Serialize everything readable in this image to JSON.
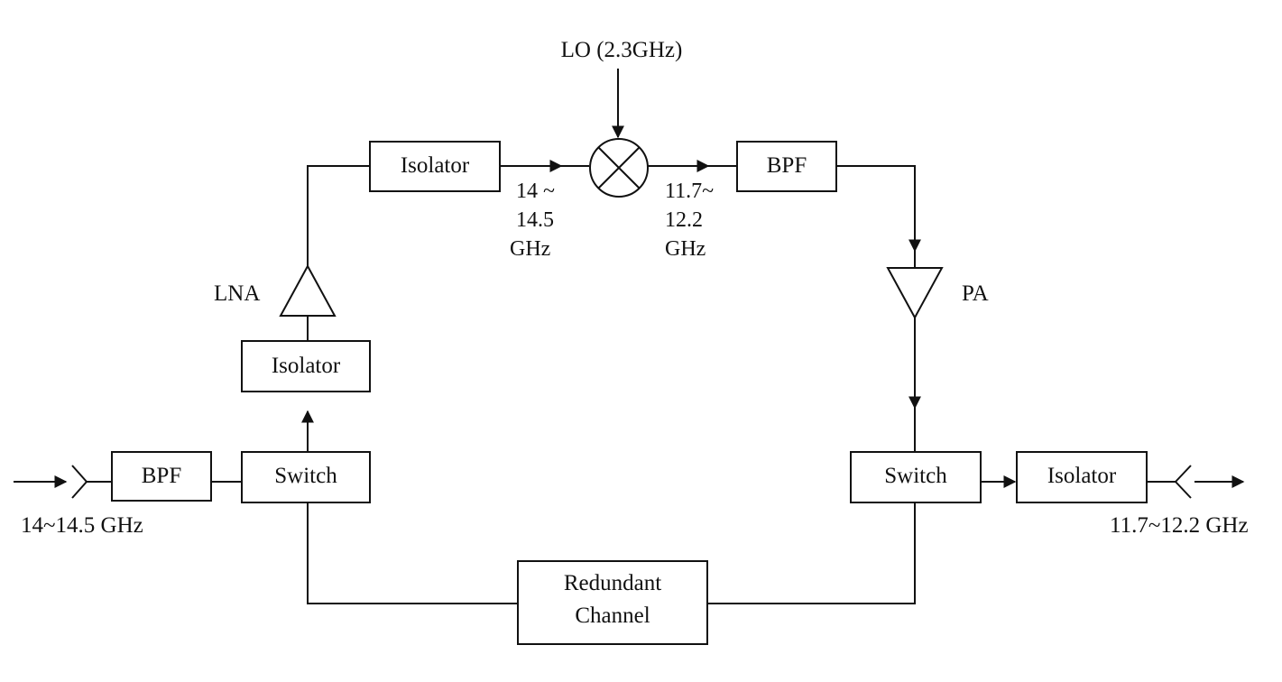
{
  "diagram": {
    "blocks": {
      "bpf_in": "BPF",
      "switch_in": "Switch",
      "isolator_lna": "Isolator",
      "isolator_top": "Isolator",
      "bpf_out": "BPF",
      "switch_out": "Switch",
      "isolator_out": "Isolator",
      "redundant_line1": "Redundant",
      "redundant_line2": "Channel"
    },
    "labels": {
      "lo": "LO (2.3GHz)",
      "lna": "LNA",
      "pa": "PA",
      "input_freq": "14~14.5 GHz",
      "output_freq": "11.7~12.2 GHz",
      "mixer_in_1": "14 ~",
      "mixer_in_2": "14.5",
      "mixer_in_3": "GHz",
      "mixer_out_1": "11.7~",
      "mixer_out_2": "12.2",
      "mixer_out_3": "GHz"
    }
  }
}
